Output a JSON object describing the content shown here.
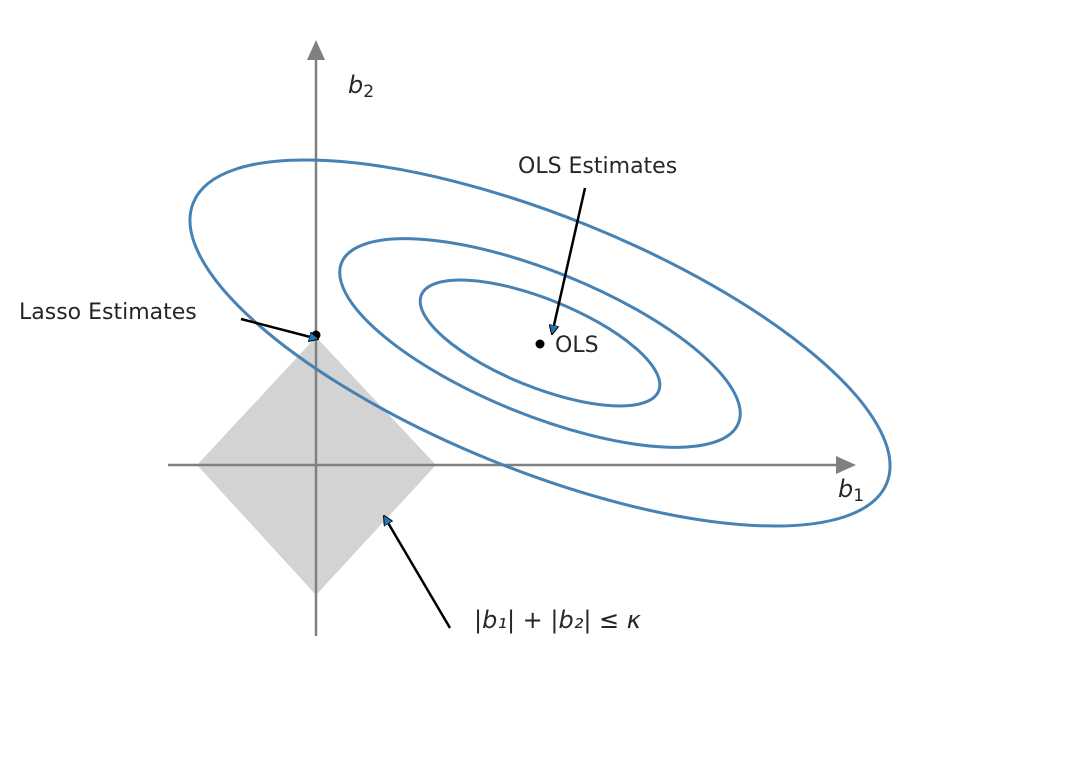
{
  "colors": {
    "contour": "#4682b4",
    "axis": "#808080",
    "region": "#d3d3d3",
    "arrow_head": "#1f77b4"
  },
  "labels": {
    "x_axis": "b",
    "x_axis_sub": "1",
    "y_axis": "b",
    "y_axis_sub": "2",
    "ols_estimates": "OLS Estimates",
    "lasso_estimates": "Lasso Estimates",
    "ols_point": "OLS",
    "constraint": "|b₁| + |b₂| ≤ κ"
  }
}
